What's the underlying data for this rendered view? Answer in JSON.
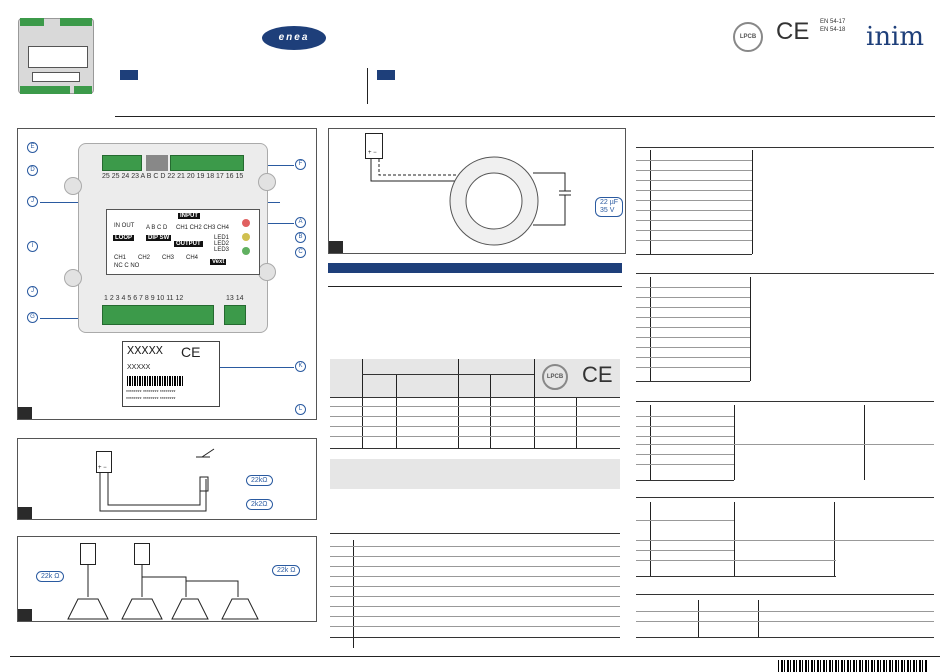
{
  "header": {
    "brand_logo": "enea",
    "cert_text_1": "EN 54-17",
    "cert_text_2": "EN 54-18",
    "company": "inim",
    "lpcb": "LPCB",
    "ce": "CE"
  },
  "module_diagram": {
    "callouts": [
      "E",
      "D",
      "J",
      "I",
      "J",
      "G",
      "F",
      "A",
      "B",
      "C",
      "K",
      "L"
    ],
    "top_terminal_numbers": "25 25 24 23  A B C D  22 21 20 19 18 17 16 15",
    "bottom_terminal_numbers": "1 2 3 4 5 6 7 8 9 10 11 12",
    "right_terminal_numbers": "13 14",
    "loop_label": "LOOP",
    "loop_in_out": "IN  OUT",
    "dipsw_label": "DIP SW",
    "dipsw_letters": "A B C D",
    "input_label": "INPUT",
    "input_channels": "CH1 CH2 CH3 CH4",
    "output_label": "OUTPUT",
    "led_labels": "LED1 LED2 LED3",
    "ch_labels": [
      "CH1",
      "CH2",
      "CH3",
      "CH4"
    ],
    "nc_c_no": "NC C NO",
    "vext_label": "Vext",
    "sticker_code": "XXXXX",
    "sticker_code2": "XXXXX",
    "sticker_rows": [
      "********  ********  ********",
      "********  ********  ********"
    ]
  },
  "input_diagram": {
    "res1": "22kΩ",
    "res2": "2k2Ω",
    "term_sign": "+ −"
  },
  "sounder_diagram": {
    "res1": "22k Ω",
    "res2": "22k Ω"
  },
  "detector_diagram": {
    "capacitor": "22 µF",
    "voltage": "35 V",
    "term_sign": "+ −"
  },
  "cert_table": {
    "lpcb": "LPCB",
    "ce": "CE"
  },
  "colors": {
    "brand_blue": "#1e3f7a",
    "terminal_green": "#3c9a4a",
    "callout_blue": "#2a5aa0"
  }
}
